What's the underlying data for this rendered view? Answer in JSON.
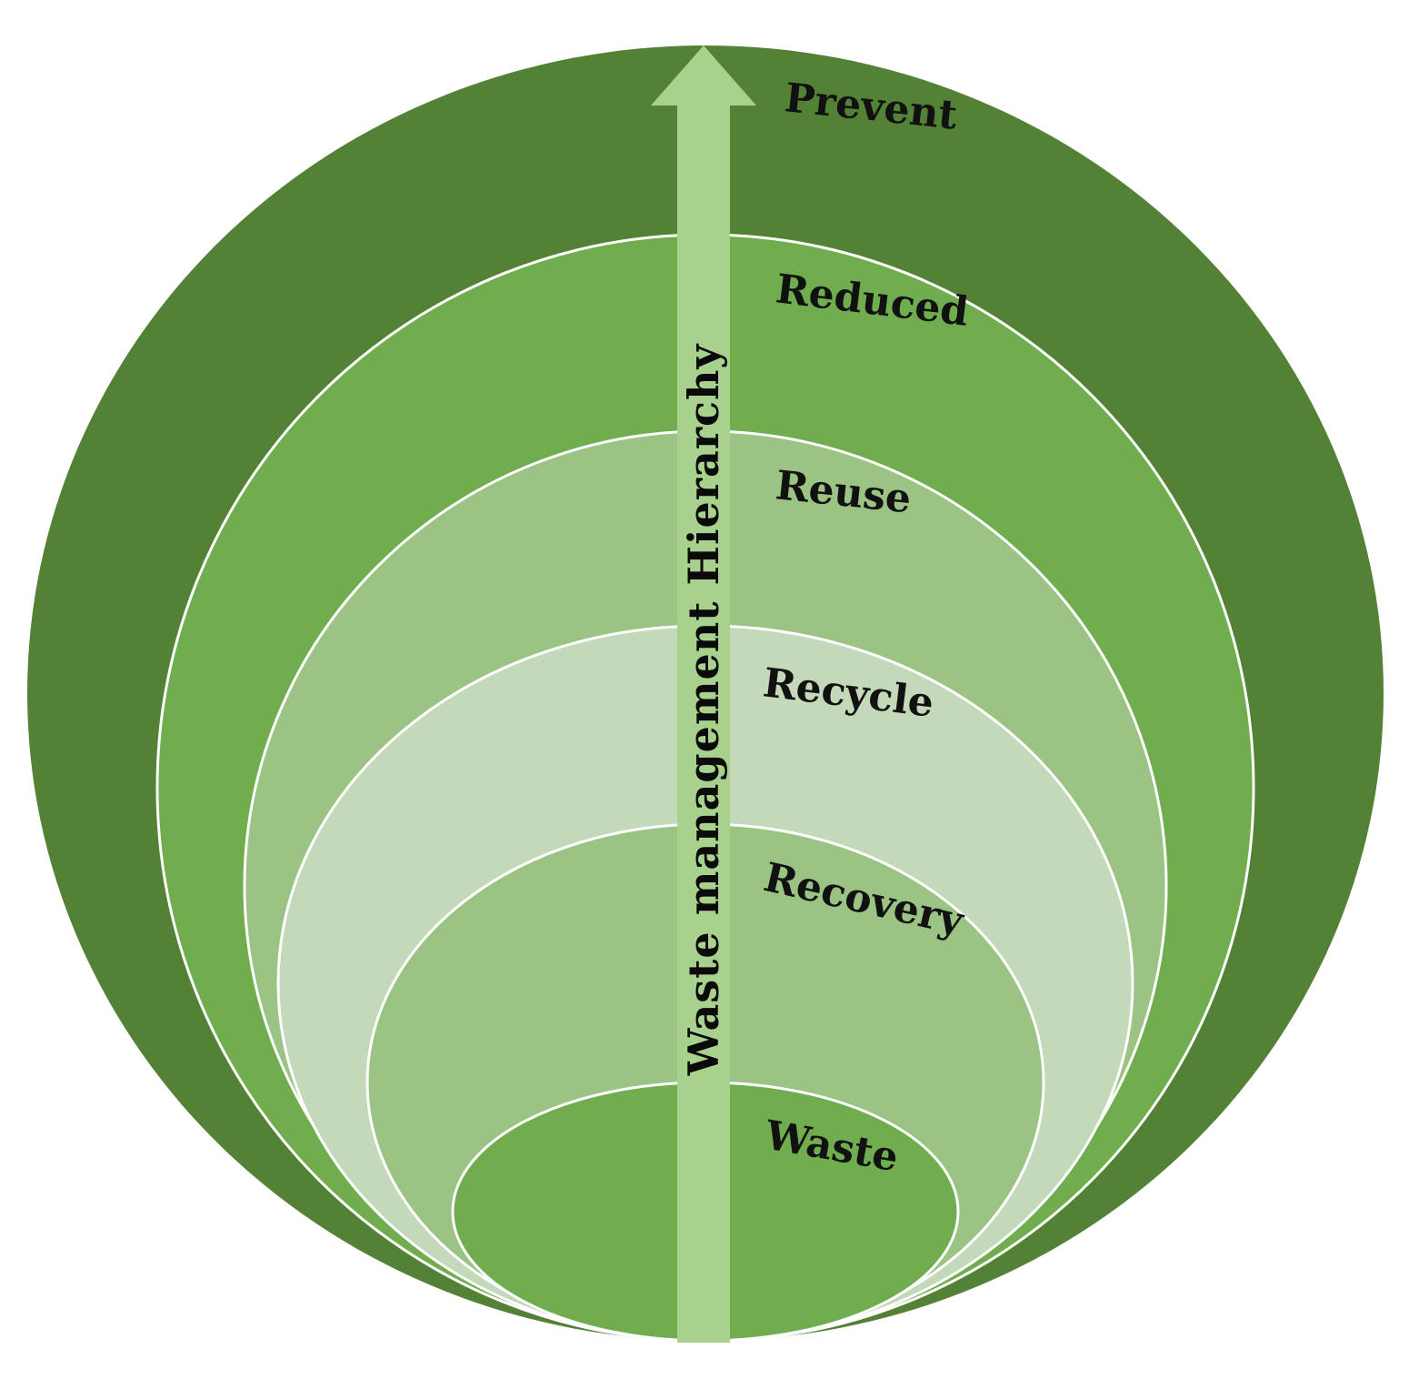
{
  "diagram": {
    "arrow_label": "Waste management Hierarchy",
    "layers": [
      {
        "label": "Prevent",
        "color": "#538135"
      },
      {
        "label": "Reduced",
        "color": "#70AD4E"
      },
      {
        "label": "Reuse",
        "color": "#9AC384"
      },
      {
        "label": "Recycle",
        "color": "#C4D8BA"
      },
      {
        "label": "Recovery",
        "color": "#9AC384"
      },
      {
        "label": "Waste",
        "color": "#70AD4E"
      }
    ],
    "arrow_color": "#A9D18E",
    "ring_stroke": "#FFFFFF"
  }
}
